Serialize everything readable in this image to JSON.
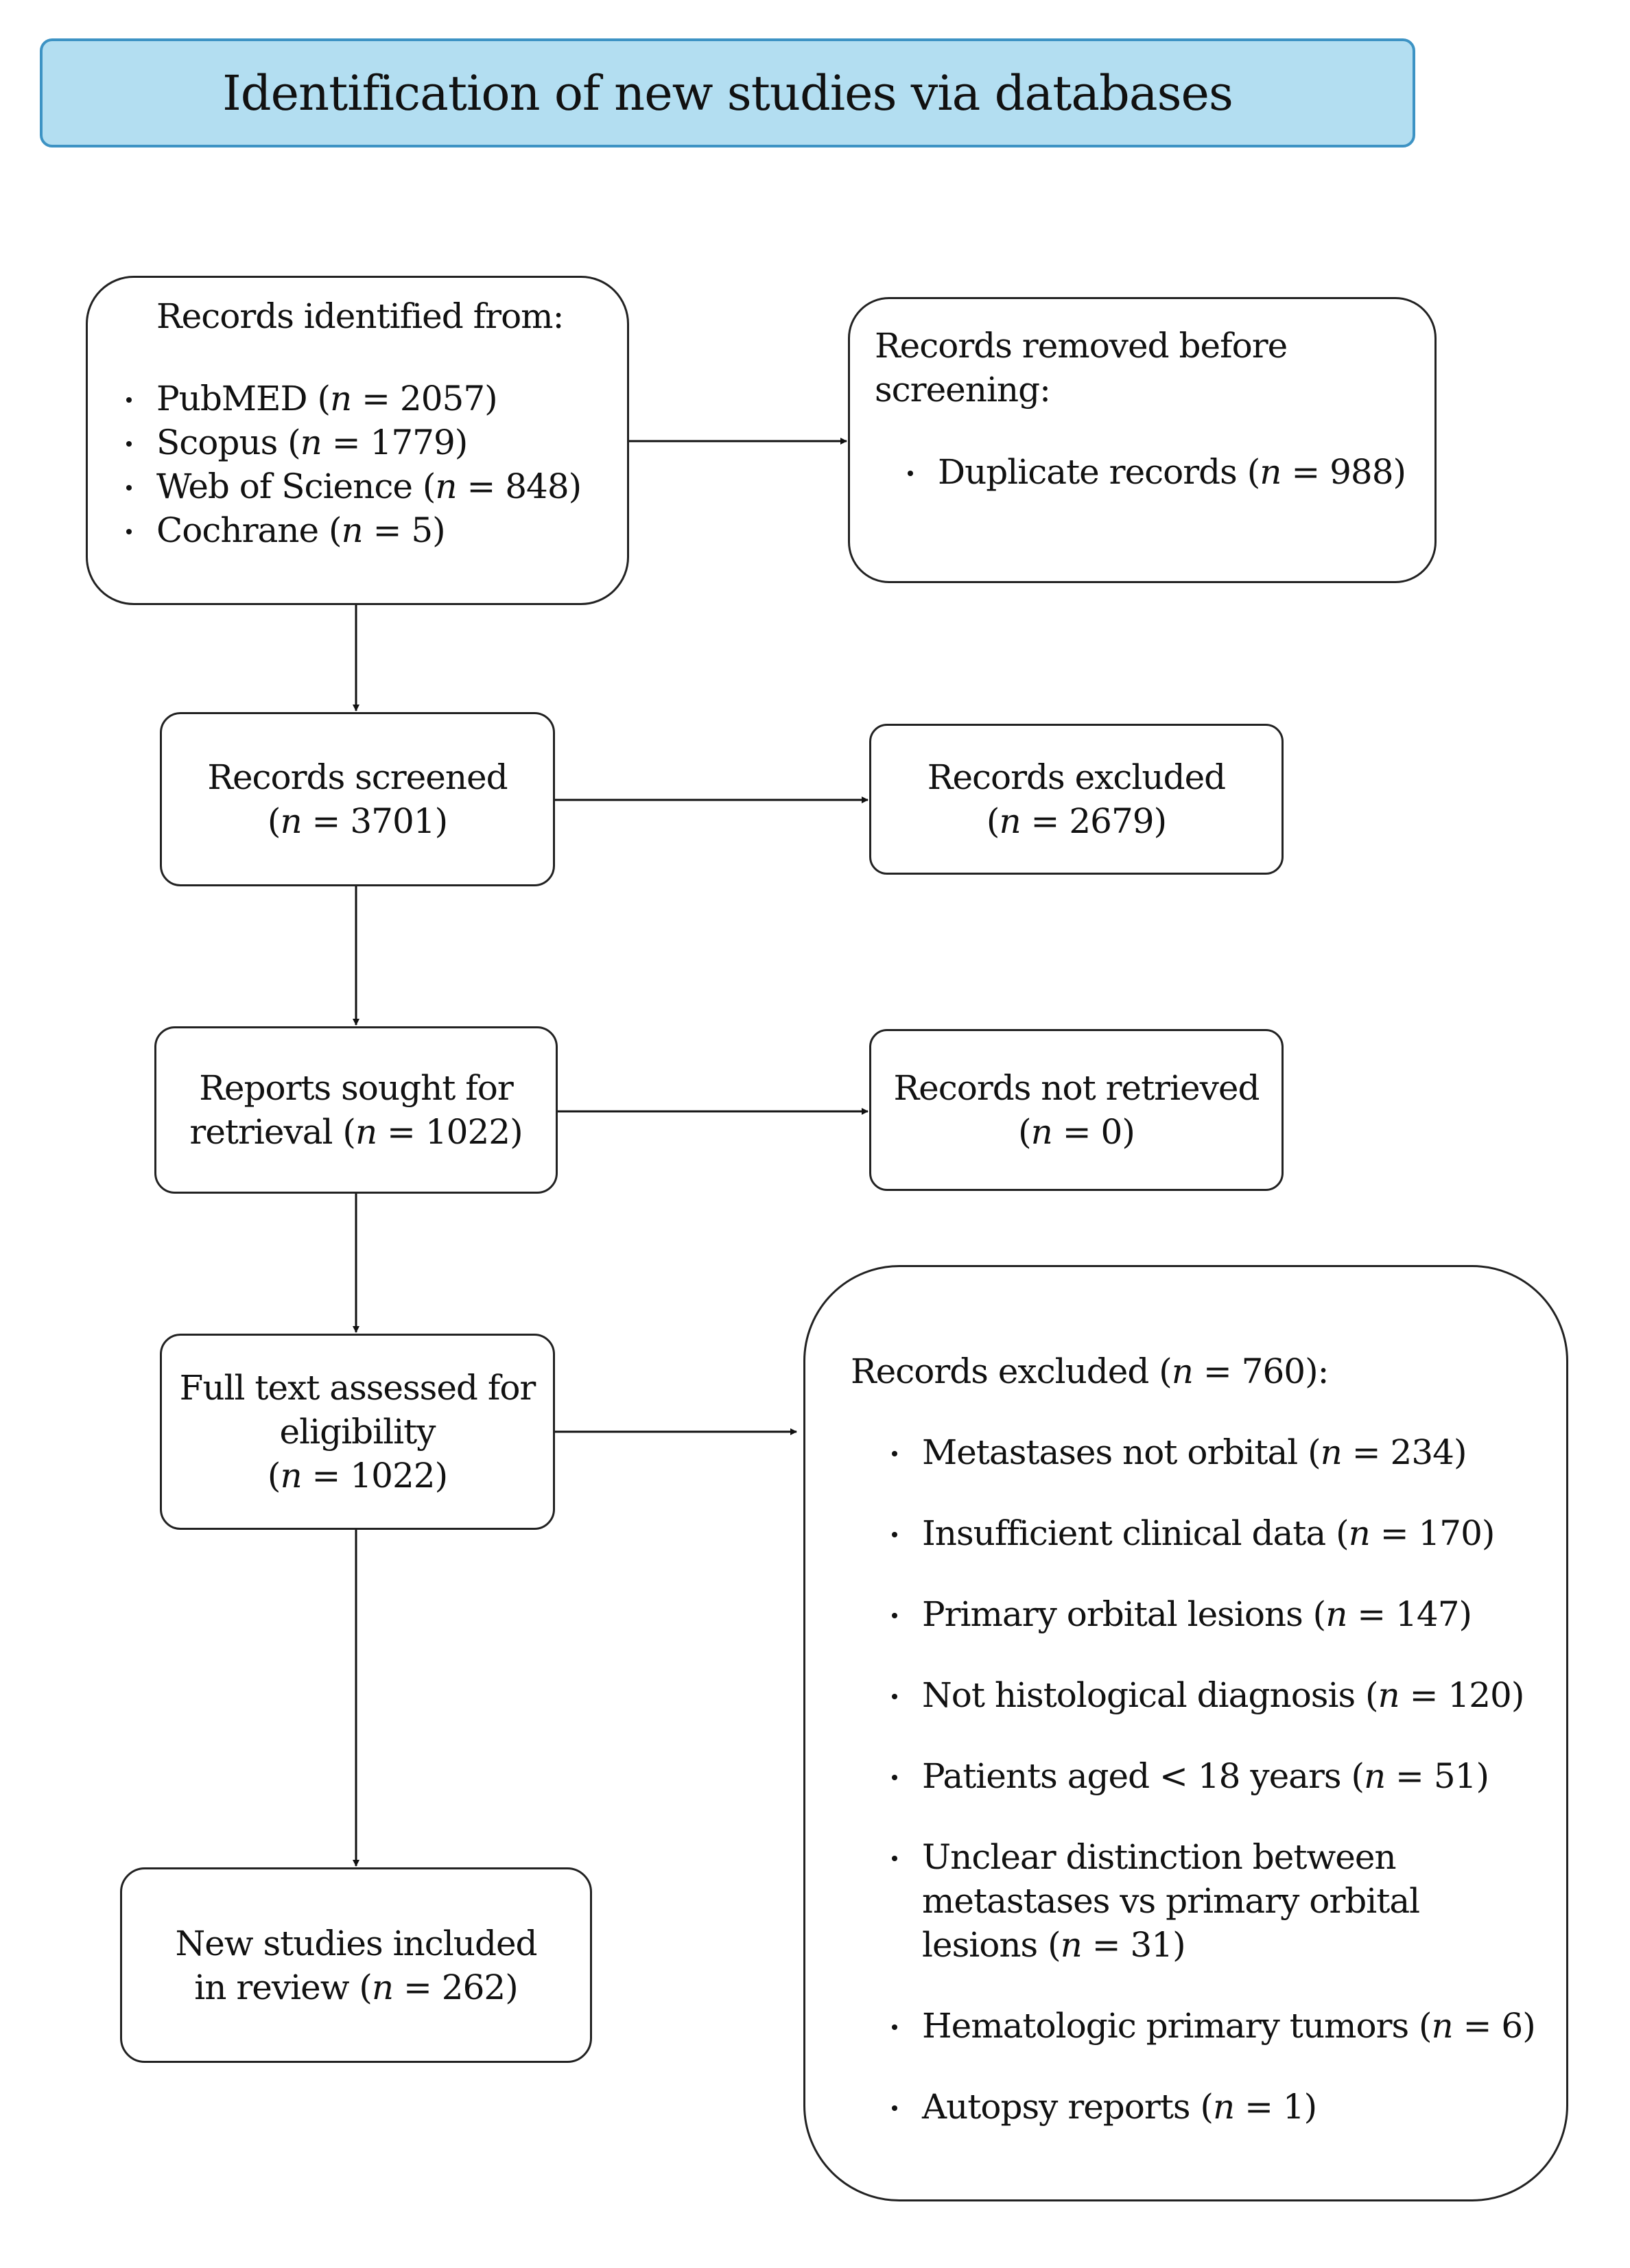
{
  "header": {
    "title": "Identification of new studies via databases",
    "fill_color": "#b3def1",
    "border_color": "#3d93c4"
  },
  "identified": {
    "heading": "Records identified from:",
    "items": [
      {
        "before": "PubMED (",
        "var": "n",
        "after": " = 2057)"
      },
      {
        "before": "Scopus (",
        "var": "n",
        "after": " = 1779)"
      },
      {
        "before": "Web of Science (",
        "var": "n",
        "after": " = 848)"
      },
      {
        "before": "Cochrane (",
        "var": "n",
        "after": " = 5)"
      }
    ]
  },
  "removed": {
    "heading": "Records removed before screening:",
    "items": [
      {
        "before": "Duplicate records (",
        "var": "n",
        "after": " = 988)"
      }
    ]
  },
  "screened": {
    "line1": "Records screened",
    "before": "(",
    "var": "n",
    "after": " = 3701)"
  },
  "excluded_screen": {
    "line1": "Records excluded",
    "before": "(",
    "var": "n",
    "after": " = 2679)"
  },
  "sought": {
    "line1": "Reports sought for",
    "before": "retrieval (",
    "var": "n",
    "after": " = 1022)"
  },
  "not_retrieved": {
    "line1": "Records not retrieved",
    "before": "(",
    "var": "n",
    "after": " = 0)"
  },
  "assessed": {
    "line1": "Full text assessed for",
    "line2": "eligibility",
    "before": "(",
    "var": "n",
    "after": " = 1022)"
  },
  "excluded_full": {
    "heading_before": "Records excluded (",
    "heading_var": "n",
    "heading_after": " = 760):",
    "items": [
      {
        "before": "Metastases not orbital (",
        "var": "n",
        "after": " = 234)"
      },
      {
        "before": "Insufficient clinical data (",
        "var": "n",
        "after": " = 170)"
      },
      {
        "before": "Primary orbital lesions (",
        "var": "n",
        "after": " = 147)"
      },
      {
        "before": "Not histological diagnosis (",
        "var": "n",
        "after": " = 120)"
      },
      {
        "before": "Patients aged < 18 years (",
        "var": "n",
        "after": " = 51)"
      },
      {
        "before": "Unclear distinction between metastases vs primary orbital lesions (",
        "var": "n",
        "after": " = 31)"
      },
      {
        "before": "Hematologic primary tumors (",
        "var": "n",
        "after": " = 6)"
      },
      {
        "before": "Autopsy reports (",
        "var": "n",
        "after": " = 1)"
      }
    ]
  },
  "included": {
    "line1": "New studies included",
    "before": "in review (",
    "var": "n",
    "after": " = 262)"
  }
}
